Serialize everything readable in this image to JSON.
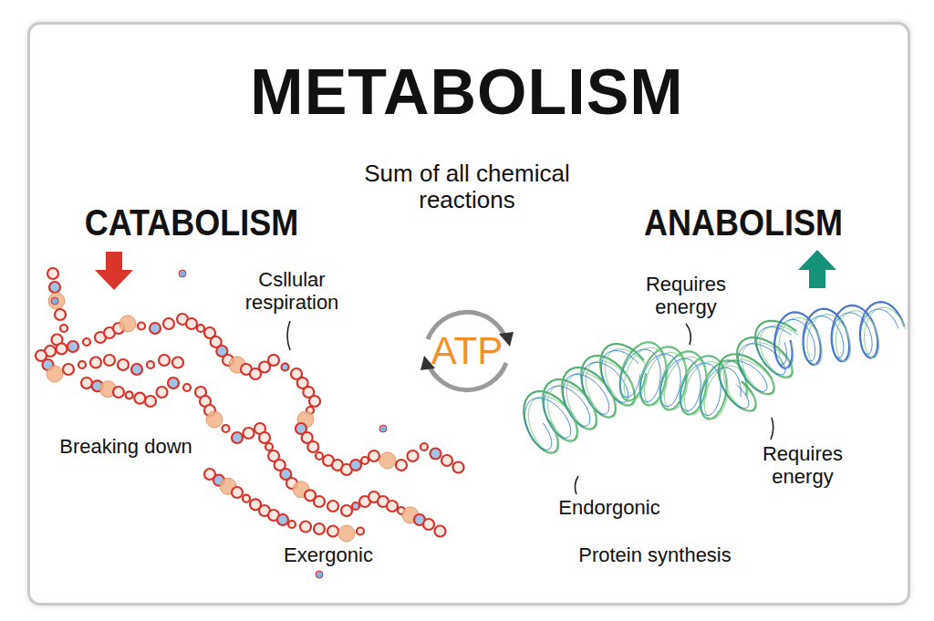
{
  "diagram": {
    "title": "METABOLISM",
    "nodes": [
      {
        "text": [
          "ATP"
        ]
      }
    ],
    "labels": [
      "Sum of all chemical reactions",
      "CATABOLISM",
      "ANABOLISM",
      "Csllular respiration",
      "Breaking down",
      "Exergonic",
      "Requires energy",
      "Requires energy",
      "Endorgonic",
      "Protein synthesis"
    ]
  }
}
